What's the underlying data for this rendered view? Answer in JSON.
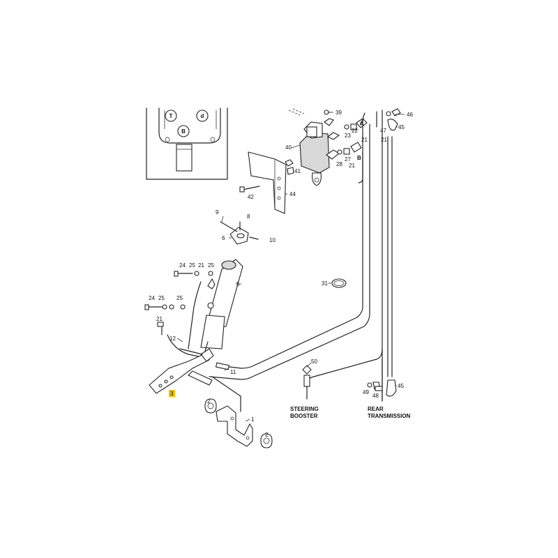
{
  "inset": {
    "ports": [
      "T",
      "d",
      "B"
    ]
  },
  "captions": {
    "steering_booster": [
      "STEERING",
      "BOOSTER"
    ],
    "rear_transmission": [
      "REAR",
      "TRANSMISSION"
    ]
  },
  "callouts": [
    {
      "id": "c39",
      "text": "39"
    },
    {
      "id": "c40",
      "text": "40"
    },
    {
      "id": "c41",
      "text": "41"
    },
    {
      "id": "c42",
      "text": "42"
    },
    {
      "id": "c44",
      "text": "44"
    },
    {
      "id": "c22",
      "text": "22"
    },
    {
      "id": "cA",
      "text": "A"
    },
    {
      "id": "c23",
      "text": "23"
    },
    {
      "id": "c21a",
      "text": "21"
    },
    {
      "id": "c27",
      "text": "27"
    },
    {
      "id": "c28",
      "text": "28"
    },
    {
      "id": "cB",
      "text": "B"
    },
    {
      "id": "c21b",
      "text": "21"
    },
    {
      "id": "c21c",
      "text": "21"
    },
    {
      "id": "c46",
      "text": "46"
    },
    {
      "id": "c47",
      "text": "47"
    },
    {
      "id": "c45a",
      "text": "45"
    },
    {
      "id": "c9",
      "text": "9"
    },
    {
      "id": "c8",
      "text": "8"
    },
    {
      "id": "c6",
      "text": "6"
    },
    {
      "id": "c10",
      "text": "10"
    },
    {
      "id": "c24a",
      "text": "24"
    },
    {
      "id": "c25a",
      "text": "25"
    },
    {
      "id": "c21d",
      "text": "21"
    },
    {
      "id": "c25b",
      "text": "25"
    },
    {
      "id": "c5",
      "text": "5"
    },
    {
      "id": "c31",
      "text": "31"
    },
    {
      "id": "c24b",
      "text": "24"
    },
    {
      "id": "c25c",
      "text": "25"
    },
    {
      "id": "c25d",
      "text": "25"
    },
    {
      "id": "c21e",
      "text": "21"
    },
    {
      "id": "c12",
      "text": "12"
    },
    {
      "id": "c11",
      "text": "11"
    },
    {
      "id": "c3",
      "text": "3"
    },
    {
      "id": "c50",
      "text": "50"
    },
    {
      "id": "c49",
      "text": "49"
    },
    {
      "id": "c48",
      "text": "48"
    },
    {
      "id": "c45b",
      "text": "45"
    },
    {
      "id": "c2a",
      "text": "2"
    },
    {
      "id": "c1",
      "text": "1"
    },
    {
      "id": "c2b",
      "text": "2"
    }
  ]
}
